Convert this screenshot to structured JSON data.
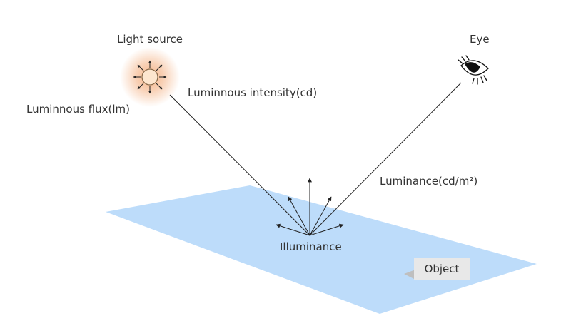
{
  "labels": {
    "light_source": "Light source",
    "luminous_flux": "Luminnous flux(lm)",
    "luminous_intensity": "Luminnous intensity(cd)",
    "eye": "Eye",
    "luminance": "Luminance(cd/m²)",
    "illuminance": "Illuminance",
    "object": "Object"
  },
  "colors": {
    "plane_fill": "#bddcfa",
    "sun_glow": "#f4b183",
    "sun_fill": "#fde6cf",
    "sun_stroke": "#8a6a4a",
    "line": "#222222",
    "text": "#333333",
    "tag_bg": "#e8e8e8",
    "tag_tail": "#bfbfbf"
  }
}
